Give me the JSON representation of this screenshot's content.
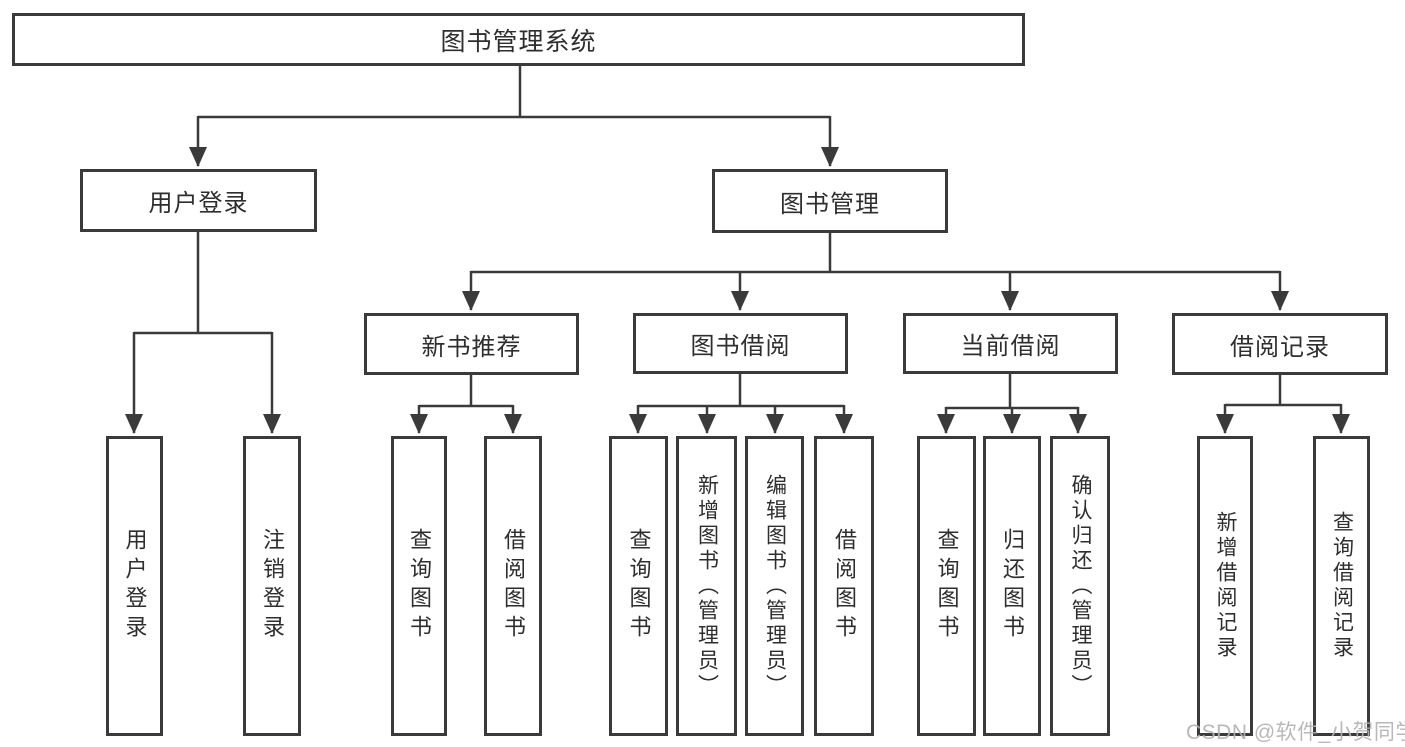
{
  "diagram": {
    "title": "图书管理系统",
    "type": "functional-structure-tree",
    "colors": {
      "line": "#3a3a3a",
      "box_border": "#3a3a3a",
      "text": "#2e2e2e",
      "background": "#ffffff",
      "watermark": "#b2b2b2"
    },
    "nodes": {
      "root": {
        "label": "图书管理系统"
      },
      "level2": [
        {
          "id": "user-login",
          "label": "用户登录",
          "parent": "图书管理系统"
        },
        {
          "id": "book-management",
          "label": "图书管理",
          "parent": "图书管理系统"
        }
      ],
      "level3": [
        {
          "id": "new-book-recommend",
          "label": "新书推荐",
          "parent": "图书管理"
        },
        {
          "id": "book-borrowing",
          "label": "图书借阅",
          "parent": "图书管理"
        },
        {
          "id": "current-borrowing",
          "label": "当前借阅",
          "parent": "图书管理"
        },
        {
          "id": "borrowing-records",
          "label": "借阅记录",
          "parent": "图书管理"
        }
      ],
      "leaves": [
        {
          "id": "user-login-leaf",
          "label": "用户登录",
          "parent": "用户登录"
        },
        {
          "id": "logout",
          "label": "注销登录",
          "parent": "用户登录"
        },
        {
          "id": "query-books-recommend",
          "label": "查询图书",
          "parent": "新书推荐"
        },
        {
          "id": "borrow-books-recommend",
          "label": "借阅图书",
          "parent": "新书推荐"
        },
        {
          "id": "query-books-borrowing",
          "label": "查询图书",
          "parent": "图书借阅"
        },
        {
          "id": "add-books-admin",
          "label": "新增图书（管理员）",
          "parent": "图书借阅"
        },
        {
          "id": "edit-books-admin",
          "label": "编辑图书（管理员）",
          "parent": "图书借阅"
        },
        {
          "id": "borrow-books-borrowing",
          "label": "借阅图书",
          "parent": "图书借阅"
        },
        {
          "id": "query-books-current",
          "label": "查询图书",
          "parent": "当前借阅"
        },
        {
          "id": "return-books",
          "label": "归还图书",
          "parent": "当前借阅"
        },
        {
          "id": "confirm-return-admin",
          "label": "确认归还（管理员）",
          "parent": "当前借阅"
        },
        {
          "id": "add-borrow-record",
          "label": "新增借阅记录",
          "parent": "借阅记录"
        },
        {
          "id": "query-borrow-record",
          "label": "查询借阅记录",
          "parent": "借阅记录"
        }
      ]
    },
    "watermark": {
      "text": "CSDN @软件_小贺同学"
    }
  }
}
